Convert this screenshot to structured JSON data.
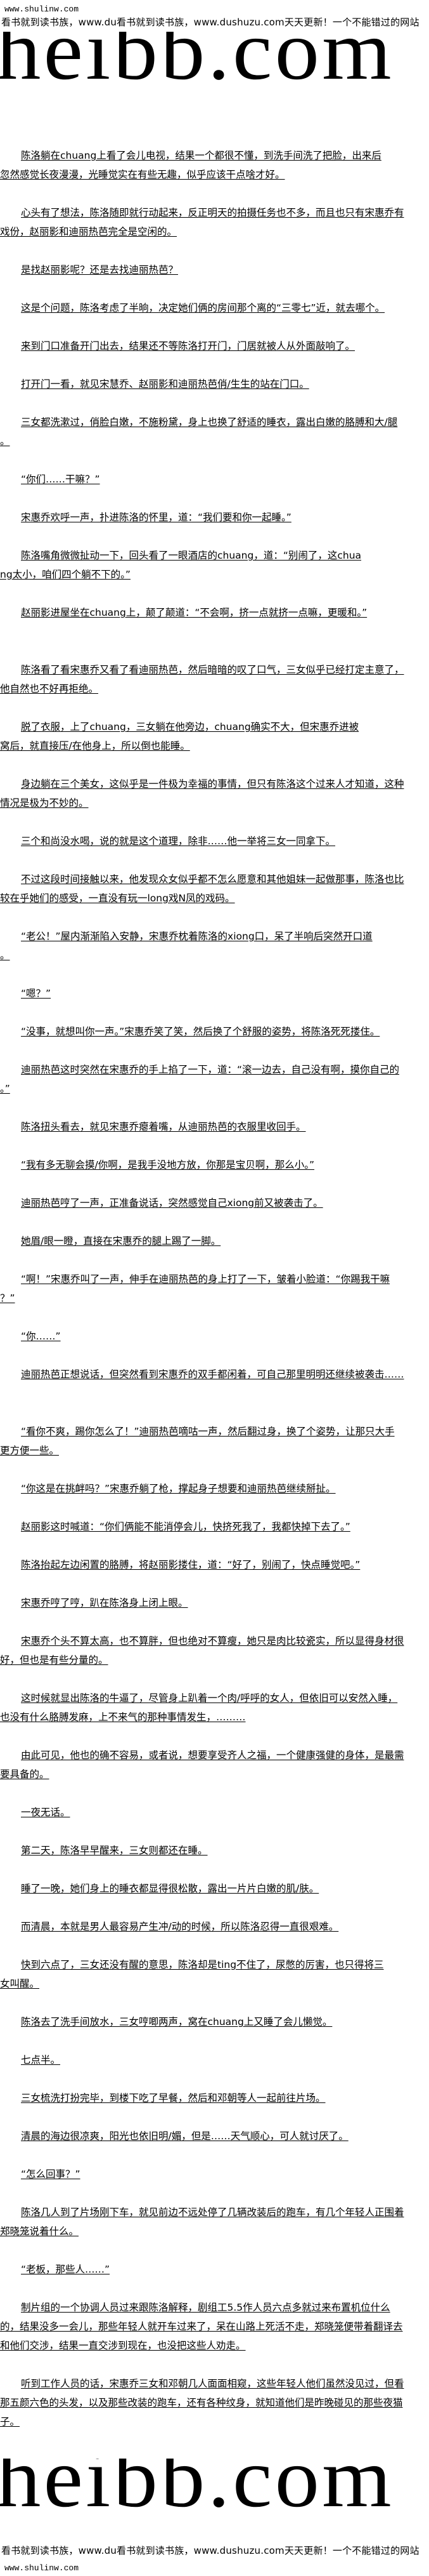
{
  "header": {
    "site": "www.shulinw.com",
    "slogan": "看书就到读书族，www.du看书就到读书族，www.dushuzu.com天天更新！一个不能错过的网站",
    "logo": "heibb.com"
  },
  "footer": {
    "logo": "heibb.com",
    "slogan": "看书就到读书族，www.du看书就到读书族，www.dushuzu.com天天更新！一个不能错过的网站",
    "site": "www.shulinw.com"
  },
  "paragraphs": [
    {
      "lines": [
        "陈洛躺在chuang上看了会儿电视，结果一个都很不懂，到洗手间洗了把脸，出来后",
        "忽然感觉长夜漫漫，光睡觉实在有些无趣，似乎应该干点啥才好。"
      ]
    },
    {
      "lines": [
        "心头有了想法，陈洛随即就行动起来，反正明天的拍摄任务也不多，而且也只有宋惠乔有",
        "戏份，赵丽影和迪丽热芭完全是空闲的。"
      ]
    },
    {
      "lines": [
        "是找赵丽影呢？还是去找迪丽热芭？"
      ]
    },
    {
      "lines": [
        "这是个问题，陈洛考虑了半晌，决定她们俩的房间那个离的“三零七”近，就去哪个。"
      ]
    },
    {
      "lines": [
        "来到门口准备开门出去，结果还不等陈洛打开门，门居就被人从外面敲响了。"
      ]
    },
    {
      "lines": [
        "打开门一看，就见宋慧乔、赵丽影和迪丽热芭俏/生生的站在门口。"
      ]
    },
    {
      "lines": [
        "三女都洗漱过，俏脸白嫩，不施粉黛，身上也换了舒适的睡衣，露出白嫩的胳膊和大/腿",
        "。"
      ]
    },
    {
      "lines": [
        "“你们……干嘛？”"
      ]
    },
    {
      "lines": [
        "宋惠乔欢呼一声，扑进陈洛的怀里，道：“我们要和你一起睡。”"
      ]
    },
    {
      "lines": [
        "陈洛嘴角微微扯动一下，回头看了一眼酒店的chuang，道：“别闹了，这chua",
        "ng太小，咱们四个躺不下的。”"
      ]
    },
    {
      "lines": [
        "赵丽影进屋坐在chuang上，颠了颠道：“不会啊，挤一点就挤一点嘛，更暖和。”"
      ],
      "extra": true
    },
    {
      "lines": [
        "陈洛看了看宋惠乔又看了看迪丽热芭，然后暗暗的叹了口气，三女似乎已经打定主意了，",
        "他自然也不好再拒绝。"
      ]
    },
    {
      "lines": [
        "脱了衣服，上了chuang，三女躺在他旁边，chuang确实不大，但宋惠乔进被",
        "窝后，就直接压/在他身上，所以倒也能睡。"
      ]
    },
    {
      "lines": [
        "身边躺在三个美女，这似乎是一件极为幸福的事情，但只有陈洛这个过来人才知道，这种",
        "情况是极为不妙的。"
      ]
    },
    {
      "lines": [
        "三个和尚没水喝，说的就是这个道理，除非……他一举将三女一同拿下。"
      ]
    },
    {
      "lines": [
        "不过这段时间接触以来，他发现众女似乎都不怎么愿意和其他姐妹一起做那事，陈洛也比",
        "较在乎她们的感受，一直没有玩一long戏N凤的戏码。"
      ]
    },
    {
      "lines": [
        "“老公！”屋内渐渐陷入安静，宋惠乔枕着陈洛的xiong口，呆了半响后突然开口道",
        "。"
      ]
    },
    {
      "lines": [
        "“嗯？”"
      ]
    },
    {
      "lines": [
        "“没事，就想叫你一声。”宋惠乔笑了笑，然后换了个舒服的姿势，将陈洛死死搂住。"
      ]
    },
    {
      "lines": [
        "迪丽热芭这时突然在宋惠乔的手上掐了一下，道：“滚一边去，自己没有啊，摸你自己的",
        "。”"
      ]
    },
    {
      "lines": [
        "陈洛扭头看去，就见宋惠乔瘪着嘴，从迪丽热芭的衣服里收回手。"
      ]
    },
    {
      "lines": [
        "“我有多无聊会摸/你啊，是我手没地方放，你那是宝贝啊，那么小。”"
      ]
    },
    {
      "lines": [
        "迪丽热芭哼了一声，正准备说话，突然感觉自己xiong前又被袭击了。"
      ]
    },
    {
      "lines": [
        "她眉/眼一瞪，直接在宋惠乔的腿上踢了一脚。"
      ]
    },
    {
      "lines": [
        "“啊！”宋惠乔叫了一声，伸手在迪丽热芭的身上打了一下，皱着小脸道：“你踢我干嘛",
        "？”"
      ]
    },
    {
      "lines": [
        "“你……”"
      ]
    },
    {
      "lines": [
        "迪丽热芭正想说话，但突然看到宋惠乔的双手都闲着，可自己那里明明还继续被袭击……"
      ],
      "extra": true
    },
    {
      "lines": [
        "“看你不爽，踢你怎么了！”迪丽热芭嘀咕一声，然后翻过身，换了个姿势，让那只大手",
        "更方便一些。"
      ]
    },
    {
      "lines": [
        "“你这是在挑衅吗？”宋惠乔躺了枪，撑起身子想要和迪丽热芭继续掰扯。"
      ]
    },
    {
      "lines": [
        "赵丽影这时喊道：“你们俩能不能消停会儿，快挤死我了，我都快掉下去了。”"
      ]
    },
    {
      "lines": [
        "陈洛抬起左边闲置的胳膊，将赵丽影搂住，道：“好了，别闹了，快点睡觉吧。”"
      ]
    },
    {
      "lines": [
        "宋惠乔哼了哼，趴在陈洛身上闭上眼。"
      ]
    },
    {
      "lines": [
        "宋惠乔个头不算太高，也不算胖，但也绝对不算瘦，她只是肉比较瓷实，所以显得身材很",
        "好，但也是有些分量的。"
      ]
    },
    {
      "lines": [
        "这时候就显出陈洛的牛逼了，尽管身上趴着一个肉/呼呼的女人，但依旧可以安然入睡，",
        "也没有什么胳膊发麻，上不来气的那种事情发生，………"
      ]
    },
    {
      "lines": [
        "由此可见，他也的确不容易，或者说，想要享受齐人之福，一个健康强健的身体，是最需",
        "要具备的。"
      ]
    },
    {
      "lines": [
        "一夜无话。"
      ]
    },
    {
      "lines": [
        "第二天，陈洛早早醒来，三女则都还在睡。"
      ]
    },
    {
      "lines": [
        "睡了一晚，她们身上的睡衣都显得很松散，露出一片片白嫩的肌/肤。"
      ]
    },
    {
      "lines": [
        "而清晨，本就是男人最容易产生冲/动的时候，所以陈洛忍得一直很艰难。"
      ]
    },
    {
      "lines": [
        "快到六点了，三女还没有醒的意思，陈洛却是ting不住了，尿憋的厉害，也只得将三",
        "女叫醒。"
      ]
    },
    {
      "lines": [
        "陈洛去了洗手间放水，三女哼唧两声，窝在chuang上又睡了会儿懒觉。"
      ]
    },
    {
      "lines": [
        "七点半。"
      ]
    },
    {
      "lines": [
        "三女梳洗打扮完毕，到楼下吃了早餐，然后和邓朝等人一起前往片场。"
      ]
    },
    {
      "lines": [
        "清晨的海边很凉爽，阳光也依旧明/媚，但是……天气顺心，可人就讨厌了。"
      ]
    },
    {
      "lines": [
        "“怎么回事？”"
      ]
    },
    {
      "lines": [
        "陈洛几人到了片场刚下车，就见前边不远处停了几辆改装后的跑车，有几个年轻人正围着",
        "郑晓笼说着什么。"
      ]
    },
    {
      "lines": [
        "“老板，那些人……”"
      ]
    },
    {
      "lines": [
        "制片组的一个协调人员过来跟陈洛解释，剧组工5.5作人员六点多就过来布置机位什么",
        "的，结果没多一会儿，那些年轻人就开车过来了，呆在山路上死活不走，郑晓笼便带着翻译去",
        "和他们交涉，结果一直交涉到现在，也没把这些人劝走。"
      ]
    },
    {
      "lines": [
        "听到工作人员的话，宋惠乔三女和邓朝几人面面相窥，这些年轻人他们虽然没见过，但看",
        "那五颜六色的头发，以及那些改装的跑车，还有各种纹身，就知道他们是昨晚碰见的那些夜猫",
        "子。"
      ]
    }
  ]
}
